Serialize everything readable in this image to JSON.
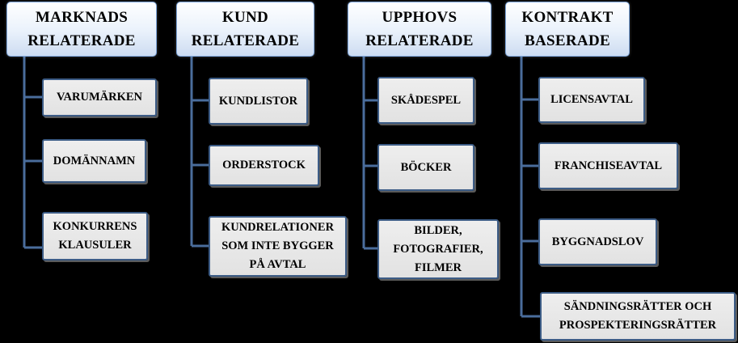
{
  "colors": {
    "background": "#000000",
    "connector": "#4a6d9c",
    "header_border": "#7ea6dc",
    "item_border": "#3c5c86",
    "item_fill": "#e6e6e6"
  },
  "columns": [
    {
      "header": "MARKNADS\nRELATERADE",
      "items": [
        "VARUMÄRKEN",
        "DOMÄNNAMN",
        "KONKURRENS\nKLAUSULER"
      ]
    },
    {
      "header": "KUND\nRELATERADE",
      "items": [
        "KUNDLISTOR",
        "ORDERSTOCK",
        "KUNDRELATIONER\nSOM INTE BYGGER\nPÅ AVTAL"
      ]
    },
    {
      "header": "UPPHOVS\nRELATERADE",
      "items": [
        "SKÅDESPEL",
        "BÖCKER",
        "BILDER,\nFOTOGRAFIER,\nFILMER"
      ]
    },
    {
      "header": "KONTRAKT\nBASERADE",
      "items": [
        "LICENSAVTAL",
        "FRANCHISEAVTAL",
        "BYGGNADSLOV",
        "SÄNDNINGSRÄTTER OCH\nPROSPEKTERINGSRÄTTER"
      ]
    }
  ]
}
